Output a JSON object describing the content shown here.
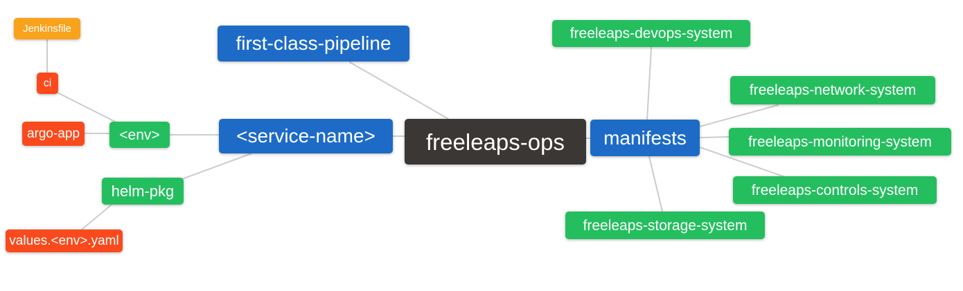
{
  "diagram": {
    "type": "mindmap",
    "background": "#ffffff",
    "edge_color": "#cccccc",
    "text_color": "#ffffff",
    "palette": {
      "root_dark": "#3b3735",
      "branch_blue": "#1d6bc6",
      "leaf_green": "#24be5f",
      "leaf_red": "#f94a1d",
      "leaf_orange": "#f9a21c"
    },
    "nodes": {
      "root": {
        "label": "freeleaps-ops",
        "color": "#3b3735"
      },
      "first_class_pipeline": {
        "label": "first-class-pipeline",
        "color": "#1d6bc6"
      },
      "service_name": {
        "label": "<service-name>",
        "color": "#1d6bc6"
      },
      "manifests": {
        "label": "manifests",
        "color": "#1d6bc6"
      },
      "env": {
        "label": "<env>",
        "color": "#24be5f"
      },
      "helm_pkg": {
        "label": "helm-pkg",
        "color": "#24be5f"
      },
      "ci": {
        "label": "ci",
        "color": "#f94a1d"
      },
      "argo_app": {
        "label": "argo-app",
        "color": "#f94a1d"
      },
      "values_env_yaml": {
        "label": "values.<env>.yaml",
        "color": "#f94a1d"
      },
      "jenkinsfile": {
        "label": "Jenkinsfile",
        "color": "#f9a21c"
      },
      "devops_system": {
        "label": "freeleaps-devops-system",
        "color": "#24be5f"
      },
      "network_system": {
        "label": "freeleaps-network-system",
        "color": "#24be5f"
      },
      "monitoring_system": {
        "label": "freeleaps-monitoring-system",
        "color": "#24be5f"
      },
      "controls_system": {
        "label": "freeleaps-controls-system",
        "color": "#24be5f"
      },
      "storage_system": {
        "label": "freeleaps-storage-system",
        "color": "#24be5f"
      }
    },
    "edges": [
      [
        "jenkinsfile",
        "ci"
      ],
      [
        "ci",
        "env"
      ],
      [
        "argo_app",
        "env"
      ],
      [
        "env",
        "service_name"
      ],
      [
        "helm_pkg",
        "service_name"
      ],
      [
        "values_env_yaml",
        "helm_pkg"
      ],
      [
        "first_class_pipeline",
        "root"
      ],
      [
        "service_name",
        "root"
      ],
      [
        "root",
        "manifests"
      ],
      [
        "manifests",
        "devops_system"
      ],
      [
        "manifests",
        "network_system"
      ],
      [
        "manifests",
        "monitoring_system"
      ],
      [
        "manifests",
        "controls_system"
      ],
      [
        "manifests",
        "storage_system"
      ]
    ]
  }
}
